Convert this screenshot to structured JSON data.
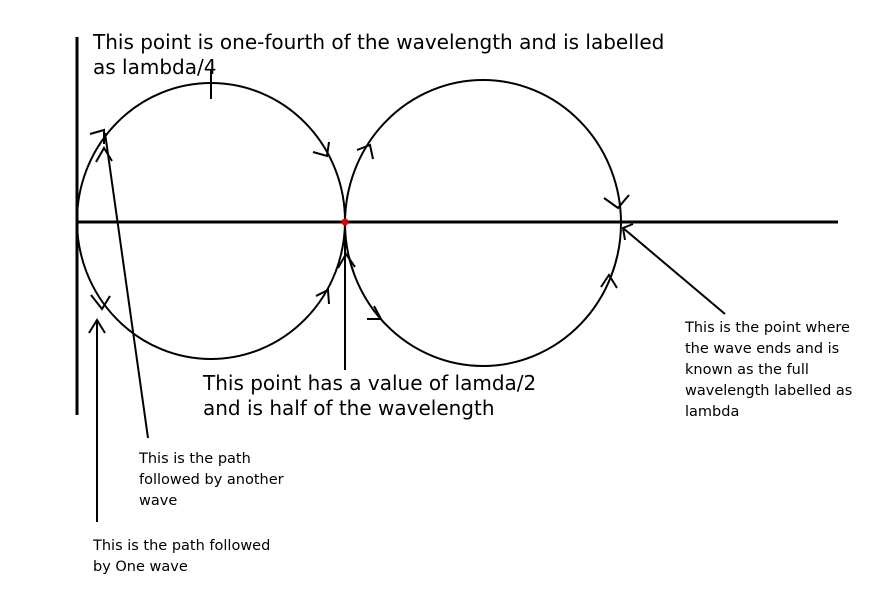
{
  "labels": {
    "quarter_wavelength": "This point is one-fourth of the wavelength and is labelled as lambda/4",
    "half_wavelength": "This point has a value of lamda/2 and is half of the wavelength",
    "full_wavelength": "This is the point where the wave ends and is known as the full wavelength labelled as lambda",
    "path_another_wave": "This is the path followed by another wave",
    "path_one_wave": "This is the path followed by One wave"
  },
  "colors": {
    "stroke": "#000000",
    "midpoint_marker": "#e00000",
    "background": "#ffffff"
  }
}
